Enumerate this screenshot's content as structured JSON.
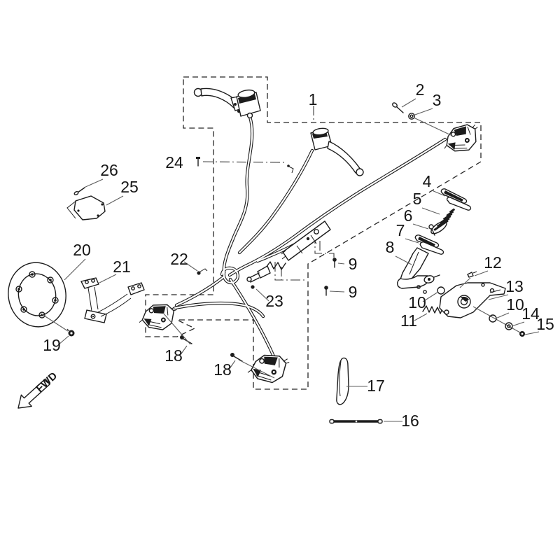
{
  "diagram_type": "exploded-parts-diagram-brake-system",
  "colors": {
    "line": "#1c1c1c",
    "leader": "#5e5e5e",
    "background": "#ffffff"
  },
  "fwd": "FWD",
  "callouts": {
    "c1": "1",
    "c2": "2",
    "c3": "3",
    "c4": "4",
    "c5": "5",
    "c6": "6",
    "c7": "7",
    "c8": "8",
    "c9a": "9",
    "c9b": "9",
    "c10a": "10",
    "c10b": "10",
    "c11": "11",
    "c12": "12",
    "c13": "13",
    "c14": "14",
    "c15": "15",
    "c16": "16",
    "c17": "17",
    "c18a": "18",
    "c18b": "18",
    "c19": "19",
    "c20": "20",
    "c21": "21",
    "c22": "22",
    "c23": "23",
    "c24": "24",
    "c25": "25",
    "c26": "26"
  }
}
